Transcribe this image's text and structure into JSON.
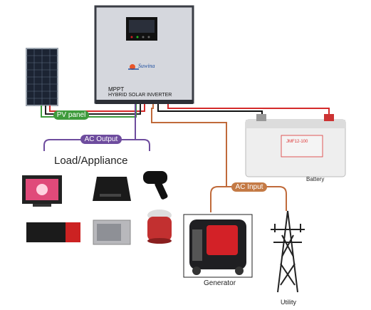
{
  "inverter": {
    "brand": "Suwina",
    "model_line1": "MPPT",
    "model_line2": "HYBRID SOLAR INVERTER"
  },
  "labels": {
    "pv_panel": "PV panel",
    "ac_output": "AC Output",
    "load_appliance": "Load/Appliance",
    "ac_input": "AC Input",
    "battery": "Battery",
    "generator": "Generator",
    "utility": "Utility"
  },
  "battery_model": "JMF12-100",
  "colors": {
    "pv_pill": "#3f9b3c",
    "ac_output_pill": "#6e4c9e",
    "ac_input_pill": "#c47a45",
    "dc_red": "#d42a2a",
    "dc_black": "#111111",
    "ac_line": "#c06a3a"
  }
}
